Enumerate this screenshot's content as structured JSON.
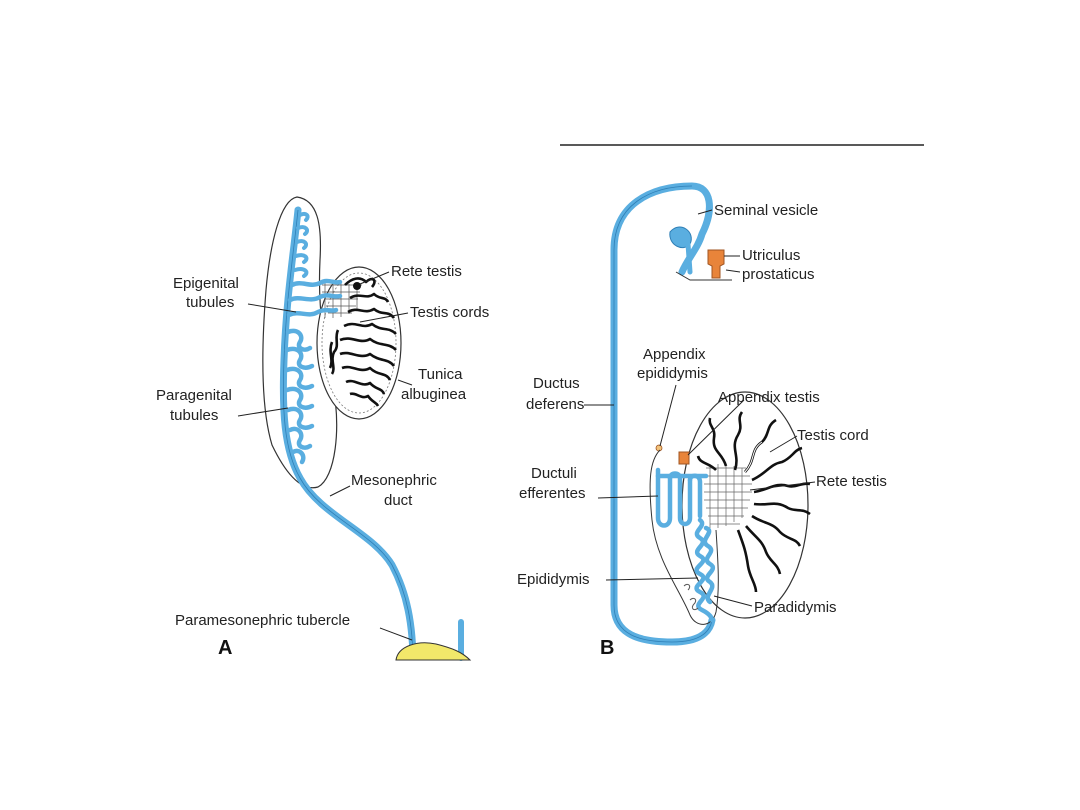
{
  "colors": {
    "duct": "#5aaee0",
    "duct_edge": "#2f7fb6",
    "tubercle": "#f2e86a",
    "orange": "#e8843a",
    "ink": "#222222"
  },
  "panel_a": {
    "letter": "A",
    "labels": {
      "rete_testis": "Rete testis",
      "epigenital_1": "Epigenital",
      "epigenital_2": "tubules",
      "testis_cords": "Testis cords",
      "tunica_1": "Tunica",
      "tunica_2": "albuginea",
      "paragenital_1": "Paragenital",
      "paragenital_2": "tubules",
      "mesonephric_1": "Mesonephric",
      "mesonephric_2": "duct",
      "tubercle": "Paramesonephric tubercle"
    }
  },
  "panel_b": {
    "letter": "B",
    "labels": {
      "seminal_vesicle": "Seminal vesicle",
      "utriculus_1": "Utriculus",
      "utriculus_2": "prostaticus",
      "appendix_epi_1": "Appendix",
      "appendix_epi_2": "epididymis",
      "appendix_testis": "Appendix testis",
      "ductus_1": "Ductus",
      "ductus_2": "deferens",
      "testis_cord": "Testis cord",
      "ductuli_1": "Ductuli",
      "ductuli_2": "efferentes",
      "rete_testis": "Rete testis",
      "epididymis": "Epididymis",
      "paradidymis": "Paradidymis"
    }
  }
}
